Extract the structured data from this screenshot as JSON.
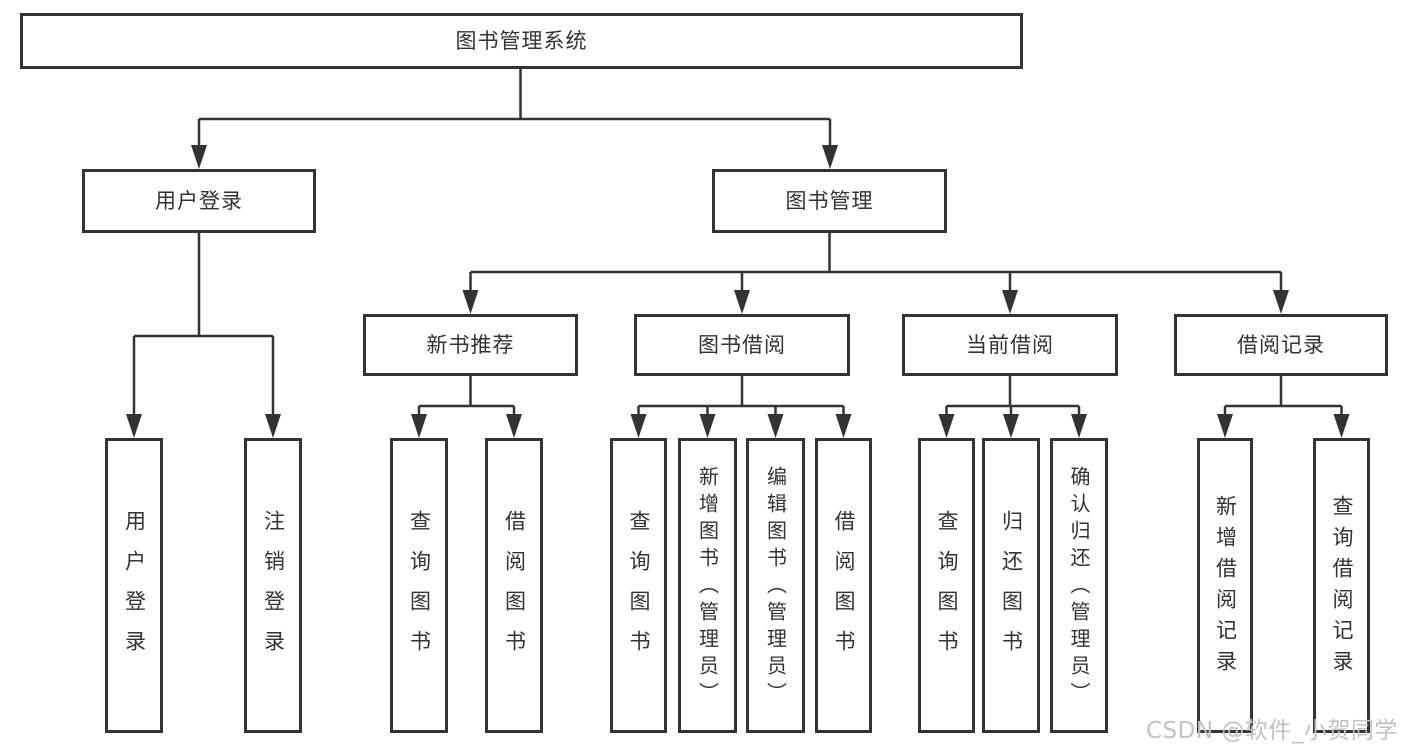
{
  "diagram": {
    "root_label": "图书管理系统",
    "branches": {
      "user_login": {
        "label": "用户登录",
        "children": [
          "用户登录",
          "注销登录"
        ]
      },
      "book_management": {
        "label": "图书管理"
      }
    },
    "sections": [
      {
        "label": "新书推荐",
        "children": [
          "查询图书",
          "借阅图书"
        ]
      },
      {
        "label": "图书借阅",
        "children": [
          "查询图书",
          "新增图书（管理员）",
          "编辑图书（管理员）",
          "借阅图书"
        ]
      },
      {
        "label": "当前借阅",
        "children": [
          "查询图书",
          "归还图书",
          "确认归还（管理员）"
        ]
      },
      {
        "label": "借阅记录",
        "children": [
          "新增借阅记录",
          "查询借阅记录"
        ]
      }
    ],
    "watermark": "CSDN @软件_小贺同学",
    "colors": {
      "line": "#333333",
      "text": "#333333",
      "background": "#ffffff",
      "watermark": "#c2c2c2"
    }
  }
}
